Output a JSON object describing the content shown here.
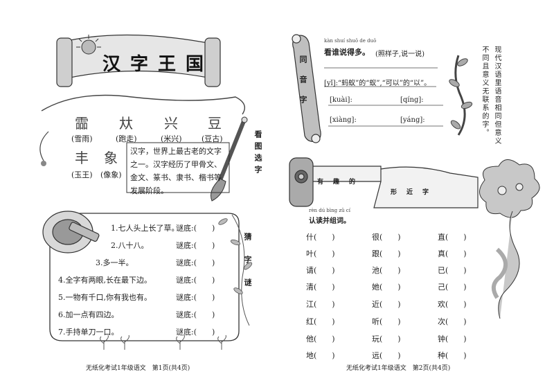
{
  "left": {
    "banner_title": "汉字王国",
    "ancient_glyphs": [
      "霝",
      "夶",
      "兴",
      "豆",
      "丰",
      "象"
    ],
    "glyph_answers": [
      "(雪雨)",
      "(跑走)",
      "(米兴)",
      "(豆古)",
      "(玉王)",
      "(像象)"
    ],
    "side_label_select": "看图选字",
    "intro_text": "汉字，世界上最古老的文字之一。汉字经历了甲骨文、金文、篆书、隶书、楷书等发展阶段。",
    "riddles": [
      {
        "q": "1.七人头上长了草。",
        "a": "谜底:(　　)"
      },
      {
        "q": "2.八十八。",
        "a": "谜底:(　　)"
      },
      {
        "q": "3.多一半。",
        "a": "谜底:(　　)"
      },
      {
        "q": "4.全字有两眼,长在最下边。",
        "a": "谜底:(　　)"
      },
      {
        "q": "5.一物有千口,你有我也有。",
        "a": "谜底:(　　)"
      },
      {
        "q": "6.加一点有四边。",
        "a": "谜底:(　　)"
      },
      {
        "q": "7.手持单刀一口。",
        "a": "谜底:(　　)"
      }
    ],
    "side_label_riddle": "猜字谜",
    "footer": "无纸化考试1年级语文　第1页(共4页)"
  },
  "right": {
    "pinyin_title": "kàn shuí shuō de duō",
    "title": "看谁说得多。",
    "title_hint": "(照样子,说一说)",
    "scroll_label": "同音字",
    "example_line": "[yǐ]:“蚂蚁”的“蚁”,“可以”的“以”。",
    "blanks": [
      "[kuài]:",
      "[qíng]:",
      "[xiàng]:",
      "[yáng]:"
    ],
    "side_note": "现代汉语里语音相同但意义不同且意义无联系的字。",
    "banner2_a": "有趣的",
    "banner2_b": "形近字",
    "pinyin_task": "rèn dú bìng zǔ cí",
    "task": "认读并组词。",
    "col1": [
      "什(　　)",
      "叶(　　)",
      "请(　　)",
      "清(　　)",
      "江(　　)",
      "红(　　)",
      "他(　　)",
      "地(　　)"
    ],
    "col2": [
      "很(　　)",
      "跟(　　)",
      "池(　　)",
      "她(　　)",
      "近(　　)",
      "听(　　)",
      "玩(　　)",
      "远(　　)"
    ],
    "col3": [
      "直(　　)",
      "真(　　)",
      "已(　　)",
      "己(　　)",
      "欢(　　)",
      "次(　　)",
      "钟(　　)",
      "种(　　)"
    ],
    "footer": "无纸化考试1年级语文　第2页(共4页)"
  }
}
